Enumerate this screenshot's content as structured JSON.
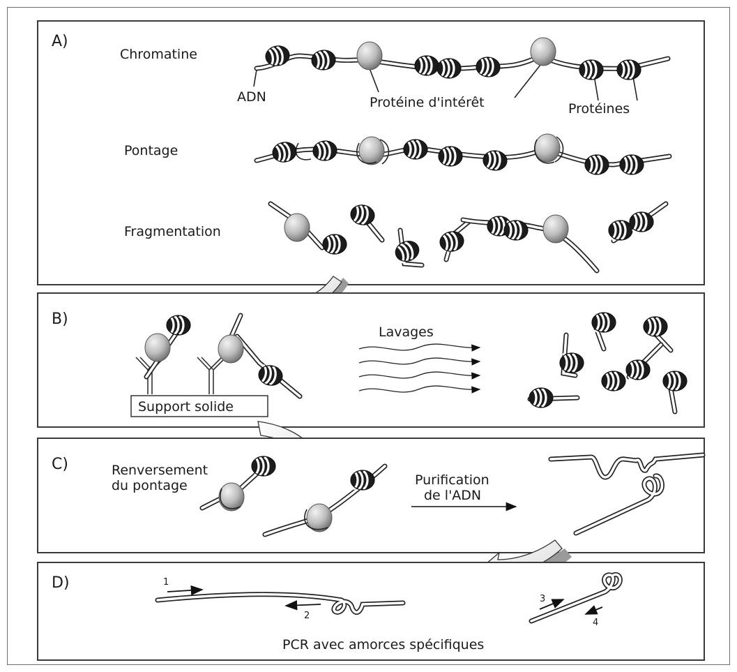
{
  "panels": {
    "a": {
      "letter": "A)",
      "row_labels": {
        "chromatine": "Chromatine",
        "pontage": "Pontage",
        "fragmentation": "Fragmentation"
      },
      "callouts": {
        "adn": "ADN",
        "proteine_interet": "Protéine d'intérêt",
        "proteines": "Protéines"
      }
    },
    "b": {
      "letter": "B)",
      "support": "Support solide",
      "lavages": "Lavages"
    },
    "c": {
      "letter": "C)",
      "renversement_1": "Renversement",
      "renversement_2": "du pontage",
      "purification_1": "Purification",
      "purification_2": "de l'ADN"
    },
    "d": {
      "letter": "D)",
      "primers": [
        "1",
        "2",
        "3",
        "4"
      ],
      "caption": "PCR avec amorces spécifiques"
    }
  },
  "colors": {
    "border": "#3a3a3a",
    "nucleosome": "#1c1c1c",
    "protein_of_interest": "#b8b8b8",
    "arrow_shadow": "#9a9a9a"
  }
}
